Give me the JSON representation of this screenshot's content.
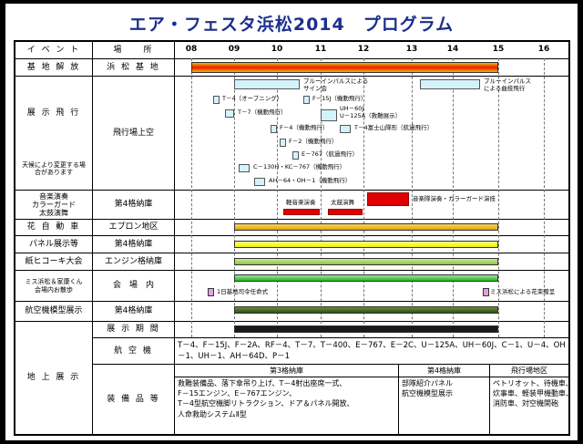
{
  "title": "エア・フェスタ浜松2014　プログラム",
  "header": {
    "event": "イ ベ ン ト",
    "place": "場　　所"
  },
  "hours": [
    "08",
    "09",
    "10",
    "11",
    "12",
    "13",
    "14",
    "15",
    "16"
  ],
  "rows": {
    "base_open": {
      "event": "基 地 解 放",
      "place": "浜 松 基 地"
    },
    "flight": {
      "event": "展 示 飛 行",
      "place": "飛行場上空",
      "note": "天候により変更する場合があります"
    },
    "music": {
      "event": "音楽演奏\nカラーガード\n太鼓演舞",
      "place": "第4格納庫"
    },
    "flowercar": {
      "event": "花 自 動 車",
      "place": "エプロン地区"
    },
    "panel": {
      "event": "パネル展示等",
      "place": "第4格納庫"
    },
    "paperplane": {
      "event": "紙ヒコーキ大会",
      "place": "エンジン格納庫"
    },
    "miss": {
      "event": "ミス浜松＆家康くん\n会場内お散歩",
      "place": "会　場　内"
    },
    "model": {
      "event": "航空機模型展示",
      "place": "第4格納庫"
    },
    "ground": {
      "event": "地 上 展 示",
      "period": "展 示 期 間",
      "aircraft_label": "航 空 機",
      "equipment_label": "装 備 品 等"
    }
  },
  "flight_events": [
    "ブルーインパルスによる\nサイン会",
    "ブルーインパルス\nによる曲技飛行",
    "T－4（オープニング）",
    "F－15J（機動飛行）",
    "T－7（機動飛行）",
    "UH－60J\nU－125A（救難展示）",
    "F－4（機動飛行）",
    "T－4富士山隊形（航過飛行）",
    "F－2（機動飛行）",
    "E－767（航過飛行）",
    "C－130H・KC－767（機動飛行）",
    "AH－64・OH－1（機動飛行）"
  ],
  "music_events": [
    "軽音楽演奏",
    "太鼓演舞",
    "音楽隊演奏・カラーガード演技"
  ],
  "miss_events": [
    "1日基地司令任命式",
    "ミス浜松による花束贈呈"
  ],
  "aircraft_list": "T－4、F－15J、F－2A、RF－4、T－7、T－400、E－767、E－2C、U－125A、UH－60J、C－1、U－4、OH－1、UH－1、AH－64D、P－1",
  "equipment": [
    {
      "heading": "第3格納庫",
      "text": "救難装備品、落下傘吊り上げ、T－4射出座席一式、\nF－15エンジン、E－767エンジン、\nT－4型航空機脚リトラクション、ドア＆パネル開放、\n人命救助システムⅡ型"
    },
    {
      "heading": "第4格納庫",
      "text": "部隊紹介パネル\n航空機模型展示"
    },
    {
      "heading": "飛行場地区",
      "text": "ペトリオット、待機車、\n炊事車、軽装甲機動車、\n消防車、対空機関砲"
    }
  ]
}
